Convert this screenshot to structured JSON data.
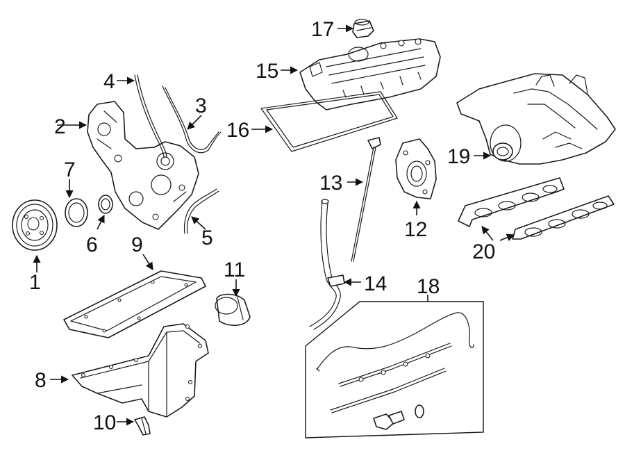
{
  "diagram": {
    "callouts": {
      "c1": "1",
      "c2": "2",
      "c3": "3",
      "c4": "4",
      "c5": "5",
      "c6": "6",
      "c7": "7",
      "c8": "8",
      "c9": "9",
      "c10": "10",
      "c11": "11",
      "c12": "12",
      "c13": "13",
      "c14": "14",
      "c15": "15",
      "c16": "16",
      "c17": "17",
      "c18": "18",
      "c19": "19",
      "c20": "20"
    },
    "colors": {
      "line": "#1a1a1a",
      "background": "#ffffff"
    }
  }
}
